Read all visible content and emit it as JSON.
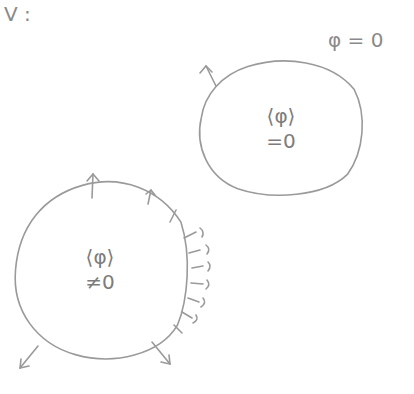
{
  "diagram": {
    "nodes": [
      {
        "text": [
          "⟨φ⟩=0"
        ]
      },
      {
        "text": [
          "⟨φ⟩ ≠0"
        ]
      }
    ],
    "labels": [
      "V :",
      "φ = 0"
    ]
  }
}
